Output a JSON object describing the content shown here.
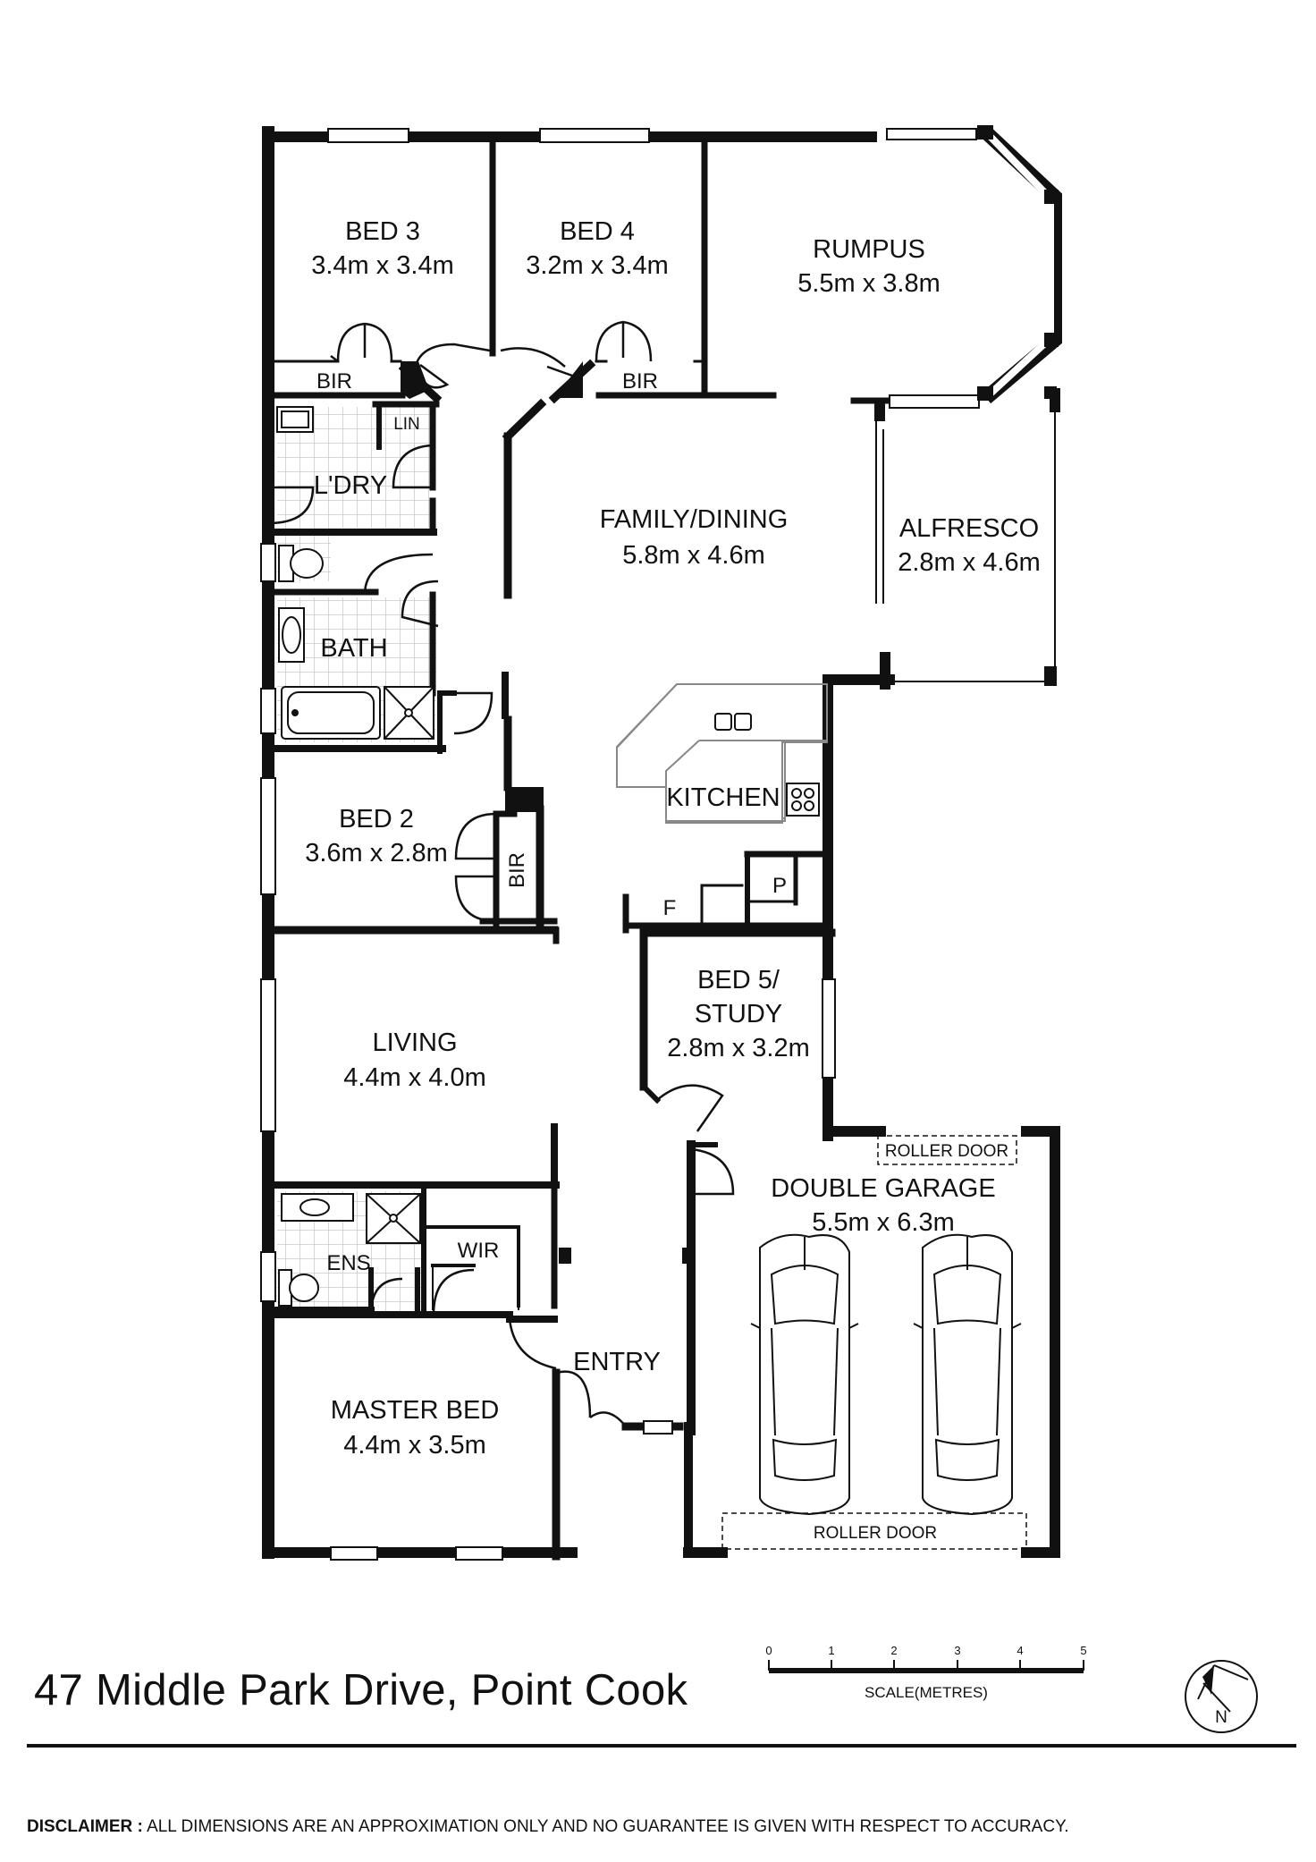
{
  "rooms": {
    "bed3": {
      "name": "BED 3",
      "dims": "3.4m x 3.4m"
    },
    "bed4": {
      "name": "BED 4",
      "dims": "3.2m x 3.4m"
    },
    "rumpus": {
      "name": "RUMPUS",
      "dims": "5.5m x 3.8m"
    },
    "family": {
      "name": "FAMILY/DINING",
      "dims": "5.8m x 4.6m"
    },
    "alfresco": {
      "name": "ALFRESCO",
      "dims": "2.8m x 4.6m"
    },
    "bed2": {
      "name": "BED 2",
      "dims": "3.6m x 2.8m"
    },
    "bed5": {
      "name_line1": "BED 5/",
      "name_line2": "STUDY",
      "dims": "2.8m x 3.2m"
    },
    "living": {
      "name": "LIVING",
      "dims": "4.4m x 4.0m"
    },
    "garage": {
      "name": "DOUBLE GARAGE",
      "dims": "5.5m x 6.3m"
    },
    "master": {
      "name": "MASTER BED",
      "dims": "4.4m x 3.5m"
    }
  },
  "labels": {
    "bir": "BIR",
    "lin": "LIN",
    "laundry": "L'DRY",
    "bath": "BATH",
    "kitchen": "KITCHEN",
    "pantry": "P",
    "fridge": "F",
    "ens": "ENS",
    "wir": "WIR",
    "entry": "ENTRY",
    "roller_door": "ROLLER DOOR"
  },
  "scale": {
    "ticks": [
      "0",
      "1",
      "2",
      "3",
      "4",
      "5"
    ],
    "label": "SCALE(METRES)"
  },
  "compass": {
    "label": "N"
  },
  "address": "47 Middle Park Drive, Point Cook",
  "disclaimer": {
    "prefix": "DISCLAIMER :",
    "text": "ALL DIMENSIONS ARE AN APPROXIMATION ONLY AND NO GUARANTEE IS GIVEN WITH RESPECT TO ACCURACY."
  },
  "colors": {
    "wall": "#111111",
    "window": "#ffffff",
    "tile": "#cccccc"
  }
}
